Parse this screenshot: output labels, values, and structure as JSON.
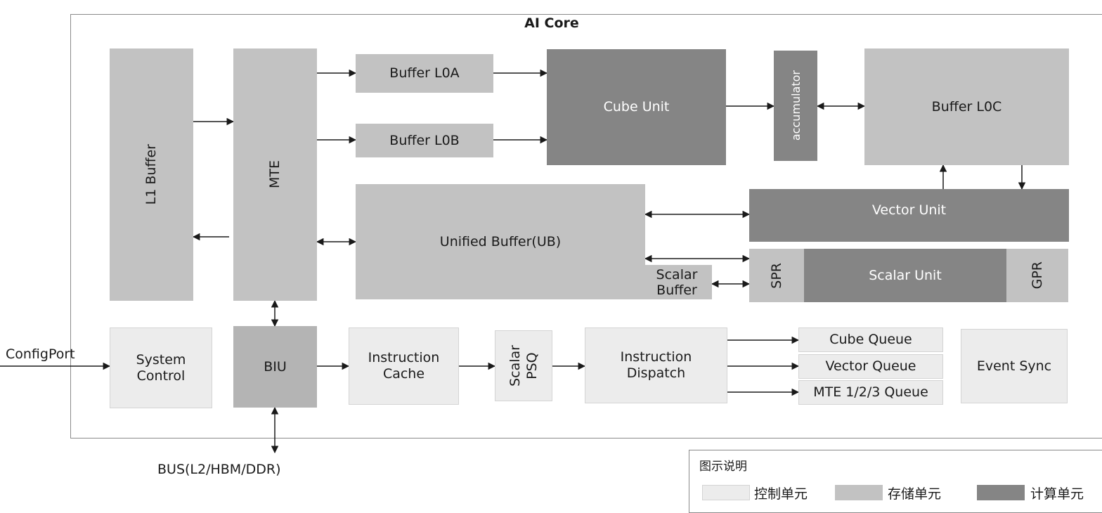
{
  "title": "AI Core",
  "blocks": {
    "l1_buffer": "L1 Buffer",
    "mte": "MTE",
    "buffer_l0a": "Buffer L0A",
    "buffer_l0b": "Buffer L0B",
    "cube_unit": "Cube Unit",
    "accumulator": "accumulator",
    "buffer_l0c": "Buffer L0C",
    "vector_unit": "Vector Unit",
    "unified_buffer": "Unified Buffer(UB)",
    "scalar_buffer_1": "Scalar",
    "scalar_buffer_2": "Buffer",
    "spr": "SPR",
    "scalar_unit": "Scalar Unit",
    "gpr": "GPR",
    "system_control_1": "System",
    "system_control_2": "Control",
    "biu": "BIU",
    "instruction_cache_1": "Instruction",
    "instruction_cache_2": "Cache",
    "scalar_psq_1": "Scalar",
    "scalar_psq_2": "PSQ",
    "instruction_dispatch_1": "Instruction",
    "instruction_dispatch_2": "Dispatch",
    "cube_queue": "Cube Queue",
    "vector_queue": "Vector Queue",
    "mte_queue": "MTE 1/2/3 Queue",
    "event_sync": "Event Sync"
  },
  "external": {
    "config_port": "ConfigPort",
    "bus": "BUS(L2/HBM/DDR)"
  },
  "legend": {
    "title": "图示说明",
    "items": [
      {
        "label": "控制单元",
        "color": "#ececec"
      },
      {
        "label": "存储单元",
        "color": "#c2c2c2"
      },
      {
        "label": "计算单元",
        "color": "#858585"
      }
    ]
  }
}
